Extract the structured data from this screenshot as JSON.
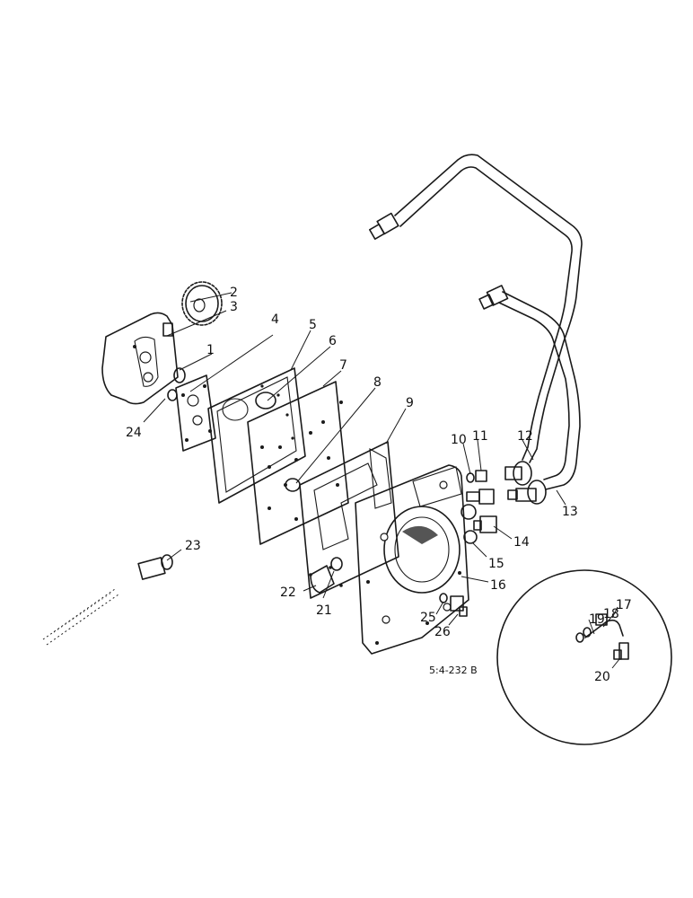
{
  "diagram": {
    "reference_code": "5:4-232 B",
    "callouts": [
      {
        "id": "c1",
        "text": "1"
      },
      {
        "id": "c2",
        "text": "2"
      },
      {
        "id": "c3",
        "text": "3"
      },
      {
        "id": "c4",
        "text": "4"
      },
      {
        "id": "c5",
        "text": "5"
      },
      {
        "id": "c6",
        "text": "6"
      },
      {
        "id": "c7",
        "text": "7"
      },
      {
        "id": "c8",
        "text": "8"
      },
      {
        "id": "c9",
        "text": "9"
      },
      {
        "id": "c10",
        "text": "10"
      },
      {
        "id": "c11",
        "text": "11"
      },
      {
        "id": "c12",
        "text": "12"
      },
      {
        "id": "c13",
        "text": "13"
      },
      {
        "id": "c14",
        "text": "14"
      },
      {
        "id": "c15",
        "text": "15"
      },
      {
        "id": "c16",
        "text": "16"
      },
      {
        "id": "c17",
        "text": "17"
      },
      {
        "id": "c18",
        "text": "18"
      },
      {
        "id": "c19",
        "text": "19"
      },
      {
        "id": "c20",
        "text": "20"
      },
      {
        "id": "c21",
        "text": "21"
      },
      {
        "id": "c22",
        "text": "22"
      },
      {
        "id": "c23",
        "text": "23"
      },
      {
        "id": "c24",
        "text": "24"
      },
      {
        "id": "c25",
        "text": "25"
      },
      {
        "id": "c26",
        "text": "26"
      }
    ]
  }
}
